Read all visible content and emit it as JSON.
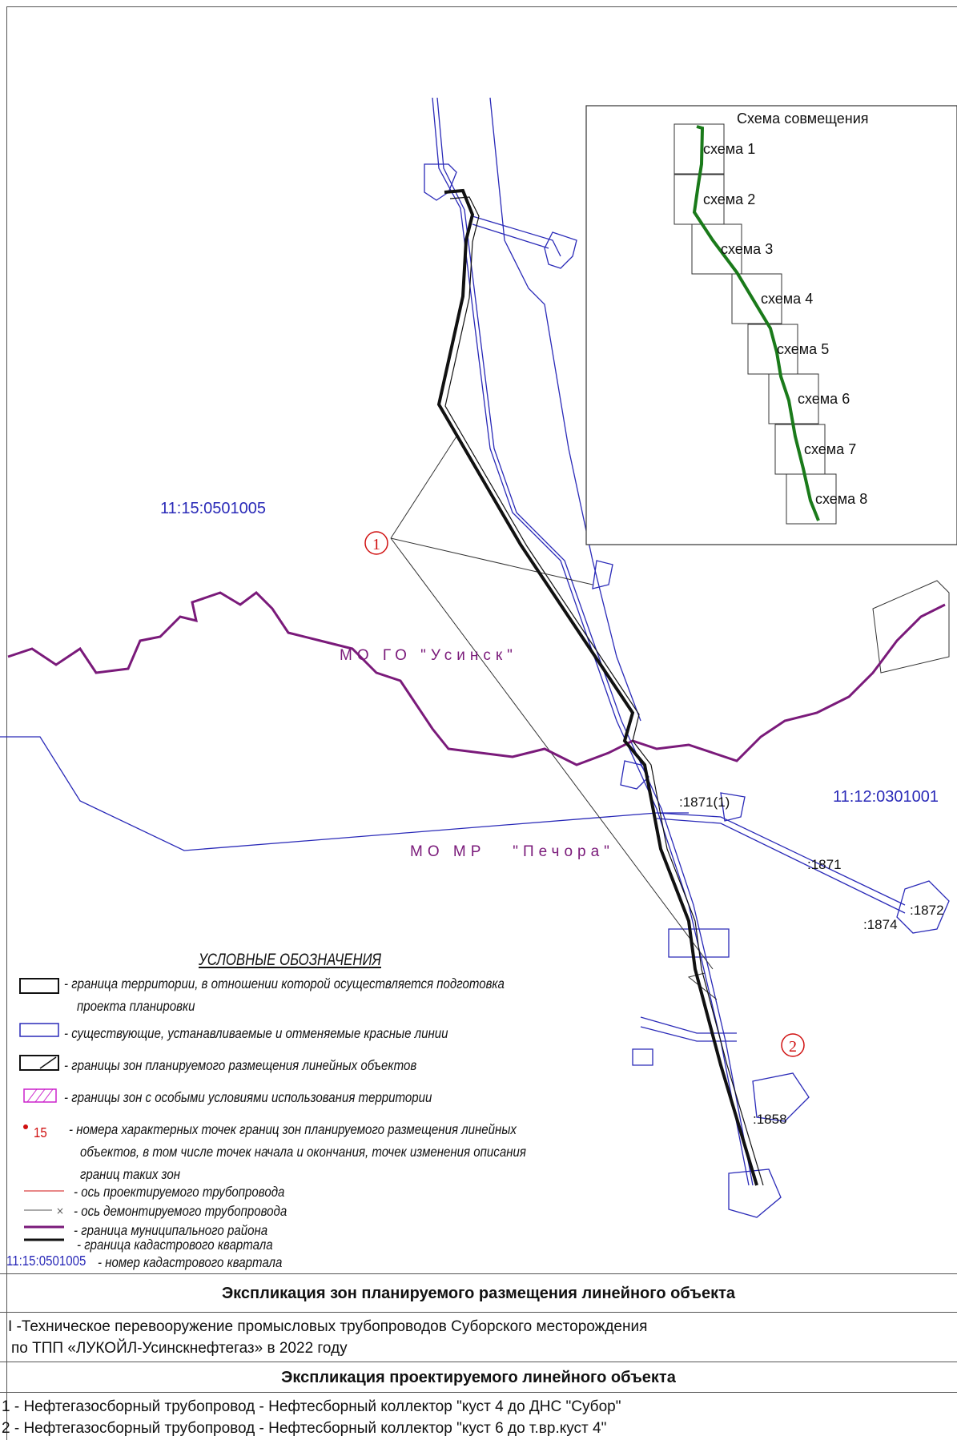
{
  "scheme": {
    "title": "Схема совмещения",
    "sheets": [
      "схема 1",
      "схема 2",
      "схема 3",
      "схема 4",
      "схема 5",
      "схема 6",
      "схема 7",
      "схема 8"
    ],
    "route_color": "#1a7a1a"
  },
  "map": {
    "cadastral_quarters": [
      "11:15:0501005",
      "11:12:0301001"
    ],
    "municipal_labels": [
      "МО ГО \"Усинск\"",
      "МО МР   \"Печора\""
    ],
    "parcels": [
      ":1871(1)",
      ":1871",
      ":1872",
      ":1874",
      ":1858"
    ],
    "zone_markers": [
      "1",
      "2"
    ],
    "colors": {
      "red_lines": "#2a2ab8",
      "municipal_boundary": "#7a1a7a",
      "planning_boundary": "#111111",
      "marker": "#d01010"
    }
  },
  "legend": {
    "title": "УСЛОВНЫЕ ОБОЗНАЧЕНИЯ",
    "items": [
      "- граница территории, в отношении которой осуществляется подготовка",
      "проекта планировки",
      "- существующие, устанавливаемые и отменяемые красные линии",
      "- границы зон планируемого размещения линейных объектов",
      "- границы зон с особыми условиями использования территории",
      "15",
      "- номера характерных точек границ зон планируемого размещения линейных",
      "объектов, в том числе точек начала и окончания, точек изменения описания",
      "границ таких зон",
      "- ось проектируемого трубопровода",
      "- ось демонтируемого трубопровода",
      "- граница муниципального района",
      "- граница кадастрового квартала",
      "11:15:0501005",
      "- номер кадастрового квартала"
    ]
  },
  "table": {
    "zones_header": "Экспликация зон планируемого размещения линейного объекта",
    "zones_text_1": "I -Техническое перевооружение промысловых трубопроводов Суборского месторождения",
    "zones_text_2": "по ТПП «ЛУКОЙЛ-Усинскнефтегаз» в 2022 году",
    "objects_header": "Экспликация проектируемого линейного объекта",
    "object_1": "1 - Нефтегазосборный трубопровод - Нефтесборный коллектор \"куст 4 до ДНС \"Субор\"",
    "object_2": "2 - Нефтегазосборный трубопровод - Нефтесборный коллектор \"куст 6 до т.вр.куст 4\""
  }
}
